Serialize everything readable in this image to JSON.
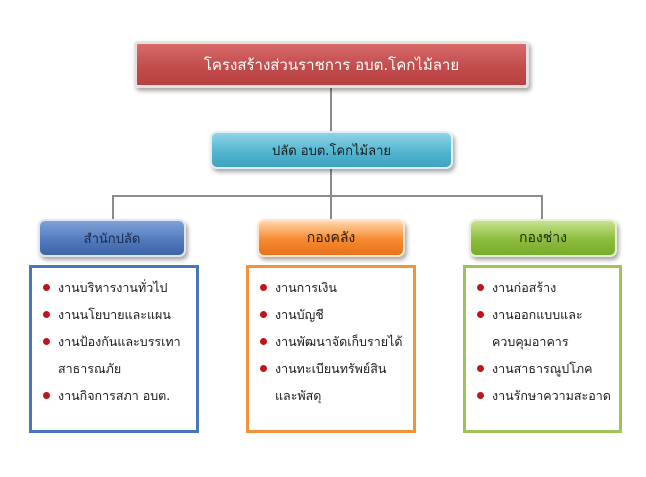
{
  "title": "โครงสร้างส่วนราชการ อบต.โคกไม้ลาย",
  "head": "ปลัด อบต.โคกไม้ลาย",
  "departments": [
    {
      "name": "สำนักปลัด",
      "items": [
        "งานบริหารงานทั่วไป",
        "งานนโยบายและแผน",
        "งานป้องกันและบรรเทาสาธารณภัย",
        "งานกิจการสภา อบต."
      ]
    },
    {
      "name": "กองคลัง",
      "items": [
        "งานการเงิน",
        "งานบัญชี",
        "งานพัฒนาจัดเก็บรายได้",
        "งานทะเบียนทรัพย์สินและพัสดุ"
      ]
    },
    {
      "name": "กองช่าง",
      "items": [
        "งานก่อสร้าง",
        "งานออกแบบและควบคุมอาคาร",
        "งานสาธารณูปโภค",
        "งานรักษาความสะอาด"
      ]
    }
  ],
  "colors": {
    "title_fill": "#c24d4d",
    "head_fill": "#4fb3cf",
    "dept1_fill": "#4f77bb",
    "dept2_fill": "#f58a30",
    "dept3_fill": "#8cbd3c",
    "bullet": "#c0141b",
    "connector": "#8c8c8c"
  }
}
